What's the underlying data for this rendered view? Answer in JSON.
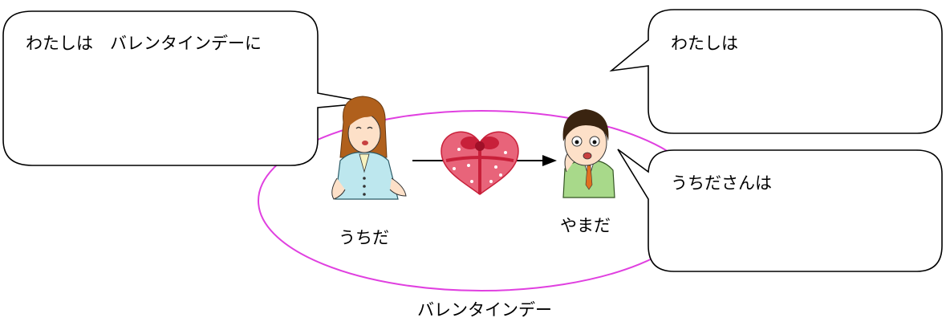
{
  "bubbles": {
    "left": "わたしは　バレンタインデーに",
    "top_right": "わたしは",
    "bottom_right": "うちださんは"
  },
  "people": {
    "left_name": "うちだ",
    "right_name": "やまだ"
  },
  "caption": "バレンタインデー",
  "colors": {
    "ellipse": "#e040e0",
    "heart": "#e8647a",
    "ribbon": "#c8203a"
  },
  "icons": {
    "woman": "woman-figure-icon",
    "man": "man-figure-icon",
    "gift": "heart-gift-box-icon",
    "arrow": "arrow-right-icon"
  }
}
